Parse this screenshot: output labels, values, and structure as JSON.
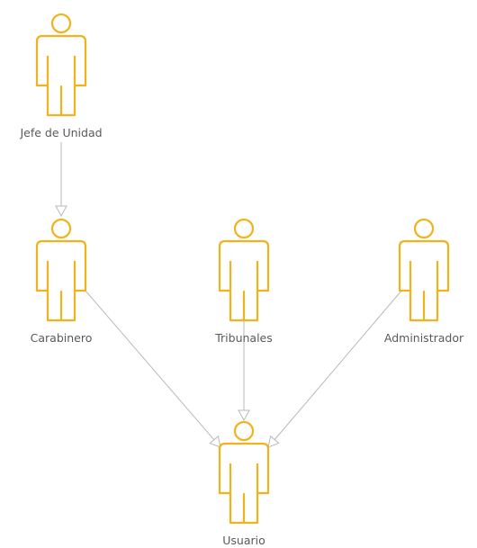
{
  "diagram": {
    "type": "use-case-actor-generalization",
    "colors": {
      "actor_stroke": "#f2b21b",
      "actor_fill": "#ffffff",
      "connector": "#b9b9b9",
      "label": "#5a5a5a",
      "background": "#ffffff"
    },
    "actors": [
      {
        "id": "jefe",
        "label": "Jefe de Unidad",
        "icon": "person-icon"
      },
      {
        "id": "carabinero",
        "label": "Carabinero",
        "icon": "person-icon"
      },
      {
        "id": "tribunales",
        "label": "Tribunales",
        "icon": "person-icon"
      },
      {
        "id": "administrador",
        "label": "Administrador",
        "icon": "person-icon"
      },
      {
        "id": "usuario",
        "label": "Usuario",
        "icon": "person-icon"
      }
    ],
    "relations": [
      {
        "from": "jefe",
        "to": "carabinero",
        "kind": "generalization"
      },
      {
        "from": "carabinero",
        "to": "usuario",
        "kind": "generalization"
      },
      {
        "from": "tribunales",
        "to": "usuario",
        "kind": "generalization"
      },
      {
        "from": "administrador",
        "to": "usuario",
        "kind": "generalization"
      }
    ]
  }
}
